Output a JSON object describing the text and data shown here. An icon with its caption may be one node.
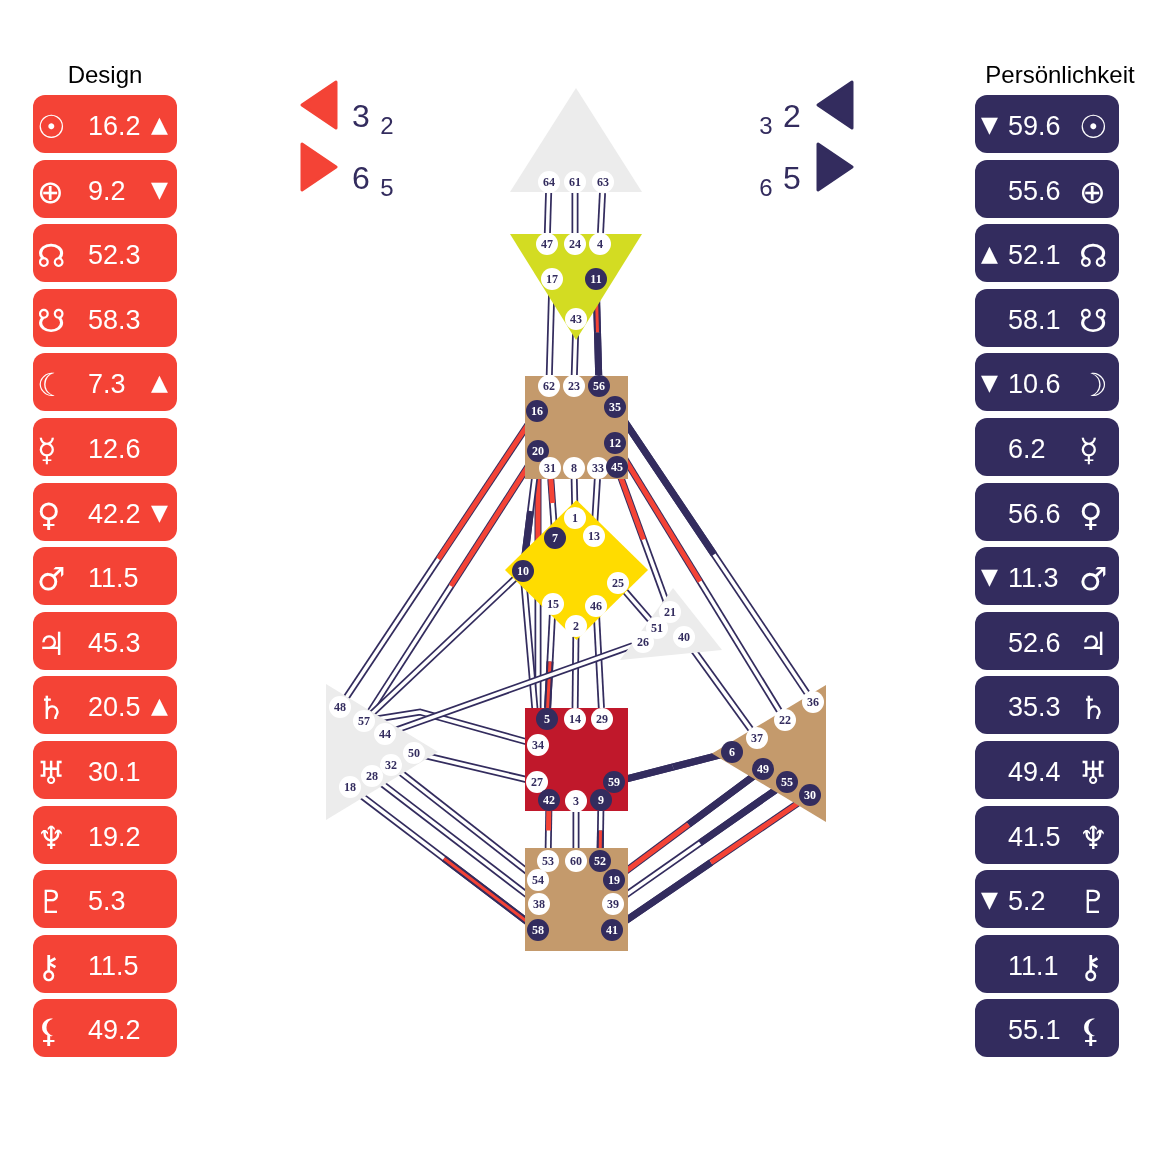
{
  "diagram": {
    "nodes": [
      {
        "text": [
          "☉",
          "16.2",
          "▲"
        ]
      },
      {
        "text": [
          "⊕",
          "9.2",
          "▼"
        ]
      },
      {
        "text": [
          "☊",
          "52.3"
        ]
      },
      {
        "text": [
          "☋",
          "58.3"
        ]
      },
      {
        "text": [
          "☾",
          "7.3",
          "▲"
        ]
      },
      {
        "text": [
          "☿",
          "12.6"
        ]
      },
      {
        "text": [
          "♀",
          "42.2",
          "▼"
        ]
      },
      {
        "text": [
          "♂",
          "11.5"
        ]
      },
      {
        "text": [
          "♃",
          "45.3"
        ]
      },
      {
        "text": [
          "♄",
          "20.5",
          "▲"
        ]
      },
      {
        "text": [
          "♅",
          "30.1"
        ]
      },
      {
        "text": [
          "♆",
          "19.2"
        ]
      },
      {
        "text": [
          "♇",
          "5.3"
        ]
      },
      {
        "text": [
          "⚷",
          "11.5"
        ]
      },
      {
        "text": [
          "⚸",
          "49.2"
        ]
      },
      {
        "text": [
          "▼",
          "59.6",
          "☉"
        ]
      },
      {
        "text": [
          "55.6",
          "⊕"
        ]
      },
      {
        "text": [
          "▲",
          "52.1",
          "☊"
        ]
      },
      {
        "text": [
          "58.1",
          "☋"
        ]
      },
      {
        "text": [
          "▼",
          "10.6",
          "☽"
        ]
      },
      {
        "text": [
          "6.2",
          "☿"
        ]
      },
      {
        "text": [
          "56.6",
          "♀"
        ]
      },
      {
        "text": [
          "▼",
          "11.3",
          "♂"
        ]
      },
      {
        "text": [
          "52.6",
          "♃"
        ]
      },
      {
        "text": [
          "35.3",
          "♄"
        ]
      },
      {
        "text": [
          "49.4",
          "♅"
        ]
      },
      {
        "text": [
          "41.5",
          "♆"
        ]
      },
      {
        "text": [
          "▼",
          "5.2",
          "♇"
        ]
      },
      {
        "text": [
          "11.1",
          "⚷"
        ]
      },
      {
        "text": [
          "55.1",
          "⚸"
        ]
      },
      {
        "text": [],
        "shape": "triangle"
      },
      {
        "text": [
          "64"
        ],
        "in": 30
      },
      {
        "text": [
          "61"
        ],
        "in": 30
      },
      {
        "text": [
          "63"
        ],
        "in": 30
      },
      {
        "text": [],
        "shape": "triangle"
      },
      {
        "text": [
          "47"
        ],
        "in": 34
      },
      {
        "text": [
          "24"
        ],
        "in": 34
      },
      {
        "text": [
          "4"
        ],
        "in": 34
      },
      {
        "text": [
          "17"
        ],
        "in": 34
      },
      {
        "text": [
          "11"
        ],
        "in": 34
      },
      {
        "text": [
          "43"
        ],
        "in": 34
      },
      {
        "text": [],
        "shape": "box"
      },
      {
        "text": [
          "62"
        ],
        "in": 41
      },
      {
        "text": [
          "23"
        ],
        "in": 41
      },
      {
        "text": [
          "56"
        ],
        "in": 41
      },
      {
        "text": [
          "16"
        ],
        "in": 41
      },
      {
        "text": [
          "35"
        ],
        "in": 41
      },
      {
        "text": [
          "20"
        ],
        "in": 41
      },
      {
        "text": [
          "12"
        ],
        "in": 41
      },
      {
        "text": [
          "31"
        ],
        "in": 41
      },
      {
        "text": [
          "8"
        ],
        "in": 41
      },
      {
        "text": [
          "33"
        ],
        "in": 41
      },
      {
        "text": [
          "45"
        ],
        "in": 41
      },
      {
        "text": [],
        "shape": "diamond"
      },
      {
        "text": [
          "1"
        ],
        "in": 53
      },
      {
        "text": [
          "7"
        ],
        "in": 53
      },
      {
        "text": [
          "13"
        ],
        "in": 53
      },
      {
        "text": [
          "10"
        ],
        "in": 53
      },
      {
        "text": [
          "25"
        ],
        "in": 53
      },
      {
        "text": [
          "15"
        ],
        "in": 53
      },
      {
        "text": [
          "46"
        ],
        "in": 53
      },
      {
        "text": [
          "2"
        ],
        "in": 53
      },
      {
        "text": [],
        "shape": "triangle"
      },
      {
        "text": [
          "21"
        ],
        "in": 62
      },
      {
        "text": [
          "51"
        ],
        "in": 62
      },
      {
        "text": [
          "26"
        ],
        "in": 62
      },
      {
        "text": [
          "40"
        ],
        "in": 62
      },
      {
        "text": [],
        "shape": "triangle"
      },
      {
        "text": [
          "48"
        ],
        "in": 67
      },
      {
        "text": [
          "57"
        ],
        "in": 67
      },
      {
        "text": [
          "44"
        ],
        "in": 67
      },
      {
        "text": [
          "50"
        ],
        "in": 67
      },
      {
        "text": [
          "32"
        ],
        "in": 67
      },
      {
        "text": [
          "28"
        ],
        "in": 67
      },
      {
        "text": [
          "18"
        ],
        "in": 67
      },
      {
        "text": [],
        "shape": "box"
      },
      {
        "text": [
          "5"
        ],
        "in": 75
      },
      {
        "text": [
          "14"
        ],
        "in": 75
      },
      {
        "text": [
          "29"
        ],
        "in": 75
      },
      {
        "text": [
          "34"
        ],
        "in": 75
      },
      {
        "text": [
          "27"
        ],
        "in": 75
      },
      {
        "text": [
          "59"
        ],
        "in": 75
      },
      {
        "text": [
          "42"
        ],
        "in": 75
      },
      {
        "text": [
          "3"
        ],
        "in": 75
      },
      {
        "text": [
          "9"
        ],
        "in": 75
      },
      {
        "text": [],
        "shape": "triangle"
      },
      {
        "text": [
          "36"
        ],
        "in": 85
      },
      {
        "text": [
          "22"
        ],
        "in": 85
      },
      {
        "text": [
          "37"
        ],
        "in": 85
      },
      {
        "text": [
          "6"
        ],
        "in": 85
      },
      {
        "text": [
          "49"
        ],
        "in": 85
      },
      {
        "text": [
          "55"
        ],
        "in": 85
      },
      {
        "text": [
          "30"
        ],
        "in": 85
      },
      {
        "text": [],
        "shape": "box"
      },
      {
        "text": [
          "53"
        ],
        "in": 93
      },
      {
        "text": [
          "60"
        ],
        "in": 93
      },
      {
        "text": [
          "52"
        ],
        "in": 93
      },
      {
        "text": [
          "54"
        ],
        "in": 93
      },
      {
        "text": [
          "19"
        ],
        "in": 93
      },
      {
        "text": [
          "38"
        ],
        "in": 93
      },
      {
        "text": [
          "39"
        ],
        "in": 93
      },
      {
        "text": [
          "58"
        ],
        "in": 93
      },
      {
        "text": [
          "41"
        ],
        "in": 93
      }
    ],
    "edges": [
      {
        "from": 31,
        "to": 35,
        "arrow": "none"
      },
      {
        "from": 32,
        "to": 36,
        "arrow": "none"
      },
      {
        "from": 33,
        "to": 37,
        "arrow": "none"
      },
      {
        "from": 38,
        "to": 42,
        "arrow": "none"
      },
      {
        "from": 40,
        "to": 43,
        "arrow": "none"
      },
      {
        "from": 39,
        "to": 44,
        "arrow": "none"
      },
      {
        "from": 45,
        "to": 68,
        "arrow": "none"
      },
      {
        "from": 47,
        "to": 69,
        "arrow": "none"
      },
      {
        "from": 47,
        "to": 79,
        "arrow": "none"
      },
      {
        "from": 47,
        "to": 57,
        "arrow": "none"
      },
      {
        "from": 57,
        "to": 69,
        "arrow": "none"
      },
      {
        "from": 57,
        "to": 79,
        "arrow": "none"
      },
      {
        "from": 69,
        "to": 79,
        "arrow": "none"
      },
      {
        "from": 49,
        "to": 55,
        "arrow": "none"
      },
      {
        "from": 50,
        "to": 54,
        "arrow": "none"
      },
      {
        "from": 51,
        "to": 56,
        "arrow": "none"
      },
      {
        "from": 52,
        "to": 63,
        "arrow": "none"
      },
      {
        "from": 48,
        "to": 87,
        "arrow": "none"
      },
      {
        "from": 46,
        "to": 86,
        "arrow": "none"
      },
      {
        "from": 58,
        "to": 64,
        "arrow": "none"
      },
      {
        "from": 59,
        "to": 76,
        "arrow": "none"
      },
      {
        "from": 61,
        "to": 77,
        "arrow": "none"
      },
      {
        "from": 60,
        "to": 78,
        "arrow": "none"
      },
      {
        "from": 65,
        "to": 70,
        "arrow": "none"
      },
      {
        "from": 66,
        "to": 88,
        "arrow": "none"
      },
      {
        "from": 80,
        "to": 71,
        "arrow": "none"
      },
      {
        "from": 81,
        "to": 89,
        "arrow": "none"
      },
      {
        "from": 74,
        "to": 101,
        "arrow": "none"
      },
      {
        "from": 73,
        "to": 99,
        "arrow": "none"
      },
      {
        "from": 72,
        "to": 97,
        "arrow": "none"
      },
      {
        "from": 82,
        "to": 94,
        "arrow": "none"
      },
      {
        "from": 83,
        "to": 95,
        "arrow": "none"
      },
      {
        "from": 84,
        "to": 96,
        "arrow": "none"
      },
      {
        "from": 98,
        "to": 90,
        "arrow": "none"
      },
      {
        "from": 100,
        "to": 91,
        "arrow": "none"
      },
      {
        "from": 102,
        "to": 92,
        "arrow": "none"
      }
    ],
    "labels": [
      "Design",
      "Persönlichkeit",
      "3",
      "2",
      "3",
      "2",
      "6",
      "5",
      "6",
      "5"
    ]
  }
}
